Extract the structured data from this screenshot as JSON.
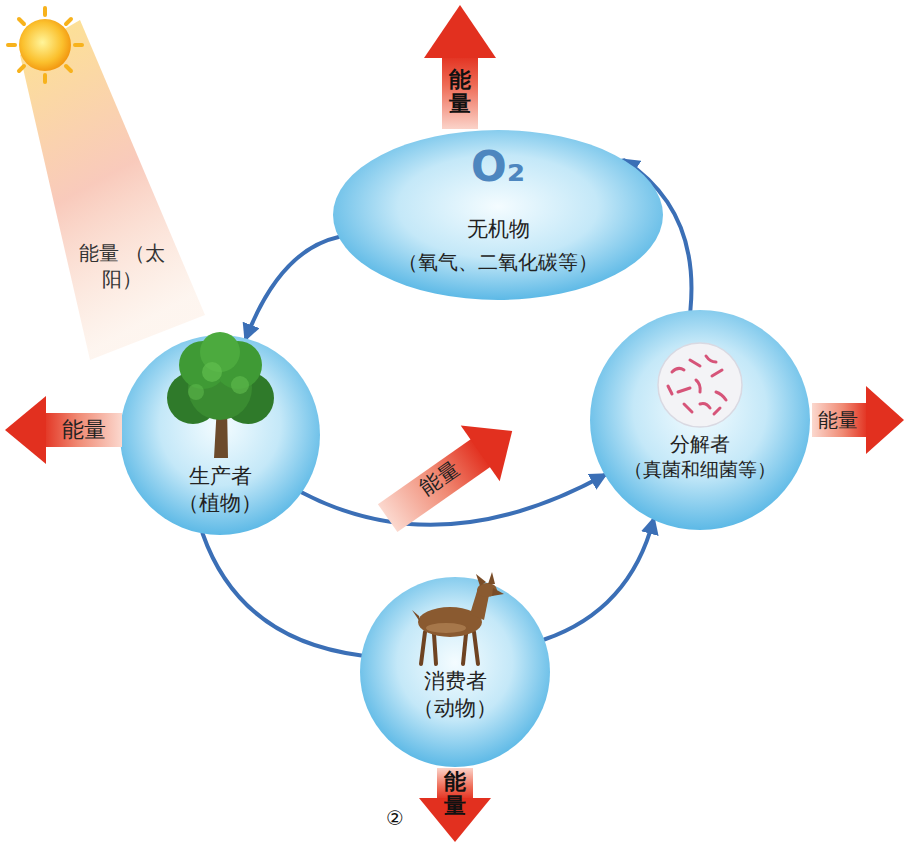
{
  "diagram": {
    "nodes": [
      {
        "text": [
          "O₂",
          "无机物",
          "（氧气、二氧化碳等）"
        ]
      },
      {
        "text": [
          "能量 （太阳）"
        ]
      },
      {
        "text": [
          "生产者",
          "（植物）"
        ]
      },
      {
        "text": [
          "分解者",
          "（真菌和细菌等）"
        ]
      },
      {
        "text": [
          "消费者",
          "（动物）"
        ]
      }
    ],
    "edges": [
      {
        "from": 0,
        "to": 2,
        "arrow": "to"
      },
      {
        "from": 2,
        "to": 3,
        "arrow": "to"
      },
      {
        "from": 2,
        "to": 4,
        "arrow": "none"
      },
      {
        "from": 4,
        "to": 3,
        "arrow": "to"
      },
      {
        "from": 3,
        "to": 0,
        "arrow": "to"
      }
    ],
    "labels": [
      "能量",
      "能量",
      "能量",
      "能量",
      "能量",
      "②"
    ]
  }
}
